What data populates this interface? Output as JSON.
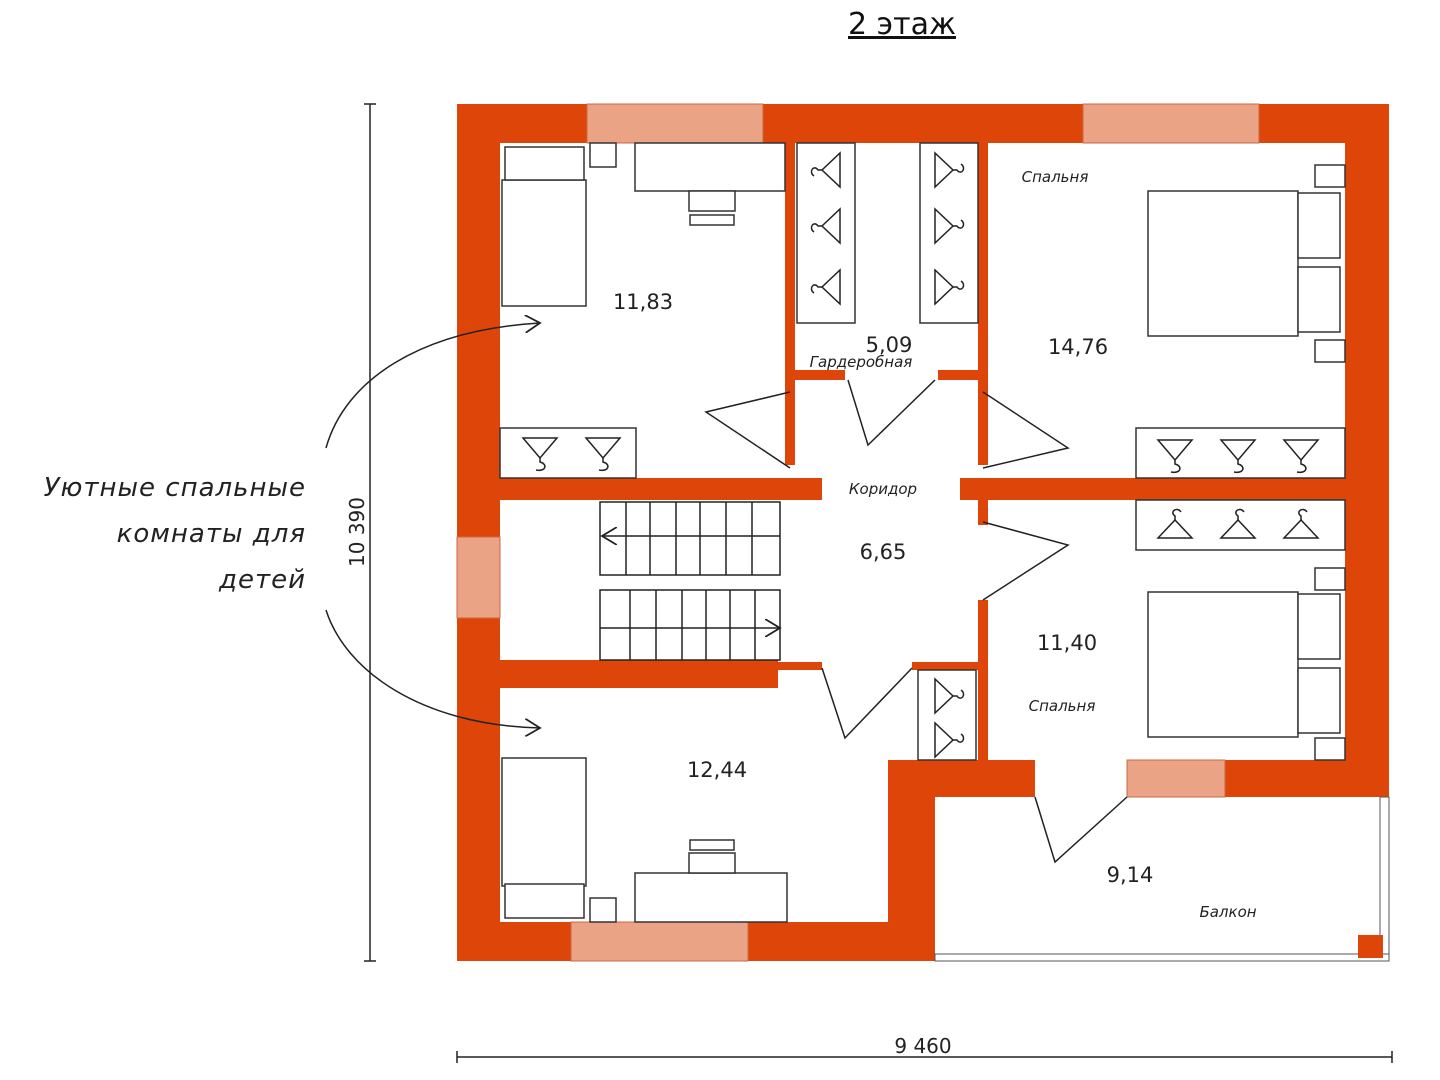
{
  "title": "2 этаж",
  "colors": {
    "wall": "#DD4608",
    "window": "#EBA385"
  },
  "rooms": [
    {
      "id": "bedroom-nw",
      "area": "11,83"
    },
    {
      "id": "wardrobe",
      "area": "5,09",
      "label": "Гардеробная"
    },
    {
      "id": "bedroom-ne",
      "area": "14,76",
      "label": "Спальня"
    },
    {
      "id": "corridor",
      "area": "6,65",
      "label": "Коридор"
    },
    {
      "id": "bedroom-se",
      "area": "11,40",
      "label": "Спальня"
    },
    {
      "id": "bedroom-sw",
      "area": "12,44"
    },
    {
      "id": "balcony",
      "area": "9,14",
      "label": "Балкон"
    }
  ],
  "annotation": {
    "lines": [
      "Уютные спальные",
      "комнаты для",
      "детей"
    ]
  },
  "dimensions": {
    "height": "10 390",
    "width": "9 460"
  }
}
